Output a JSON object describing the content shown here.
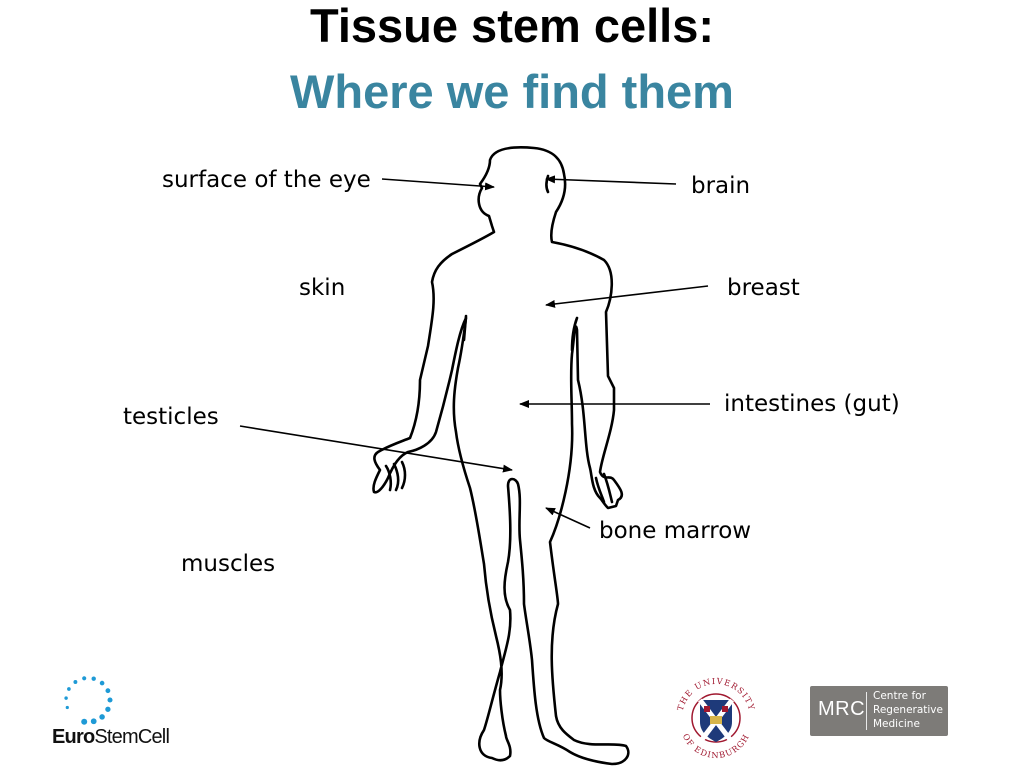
{
  "title": {
    "line1": "Tissue stem cells:",
    "line2": "Where we find them",
    "line1_color": "#000000",
    "line2_color": "#3a85a0"
  },
  "labels": {
    "surface_of_eye": "surface of the eye",
    "brain": "brain",
    "skin": "skin",
    "breast": "breast",
    "testicles": "testicles",
    "intestines": "intestines (gut)",
    "bone_marrow": "bone marrow",
    "muscles": "muscles"
  },
  "logos": {
    "eurostemcell": {
      "bold": "Euro",
      "regular": "StemCell",
      "dot_color": "#1e9ad6"
    },
    "university": {
      "name": "The University of Edinburgh",
      "ring_top": "THE UNIVERSITY",
      "ring_bottom": "OF EDINBURGH"
    },
    "mrc": {
      "abbr": "MRC",
      "line1": "Centre for",
      "line2": "Regenerative",
      "line3": "Medicine",
      "bg_color": "#7d7b78"
    }
  }
}
